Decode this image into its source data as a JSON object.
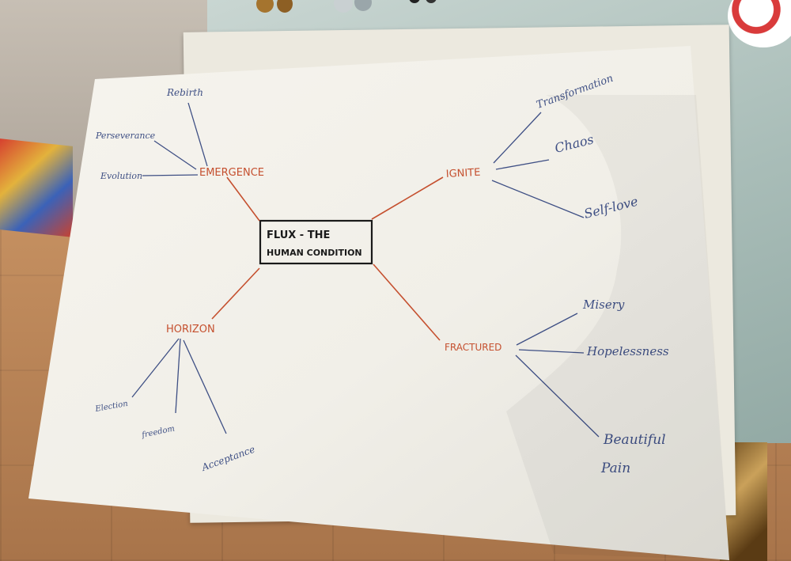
{
  "colors": {
    "branch_red": "#c5502f",
    "leaf_blue": "#3e4f84",
    "center_ink": "#1a1a1a",
    "paper": "#f4f2ec"
  },
  "mindmap": {
    "center": {
      "line1": "FLUX - THE",
      "line2": "HUMAN CONDITION"
    },
    "branches": [
      {
        "label": "EMERGENCE",
        "leaves": [
          "Rebirth",
          "Perseverance",
          "Evolution"
        ]
      },
      {
        "label": "IGNITE",
        "leaves": [
          "Transformation",
          "Chaos",
          "Self-love"
        ]
      },
      {
        "label": "HORIZON",
        "leaves": [
          "Election",
          "freedom",
          "Acceptance"
        ]
      },
      {
        "label": "FRACTURED",
        "leaves": [
          "Misery",
          "Hopelessness",
          "Beautiful",
          "Pain"
        ]
      }
    ]
  }
}
